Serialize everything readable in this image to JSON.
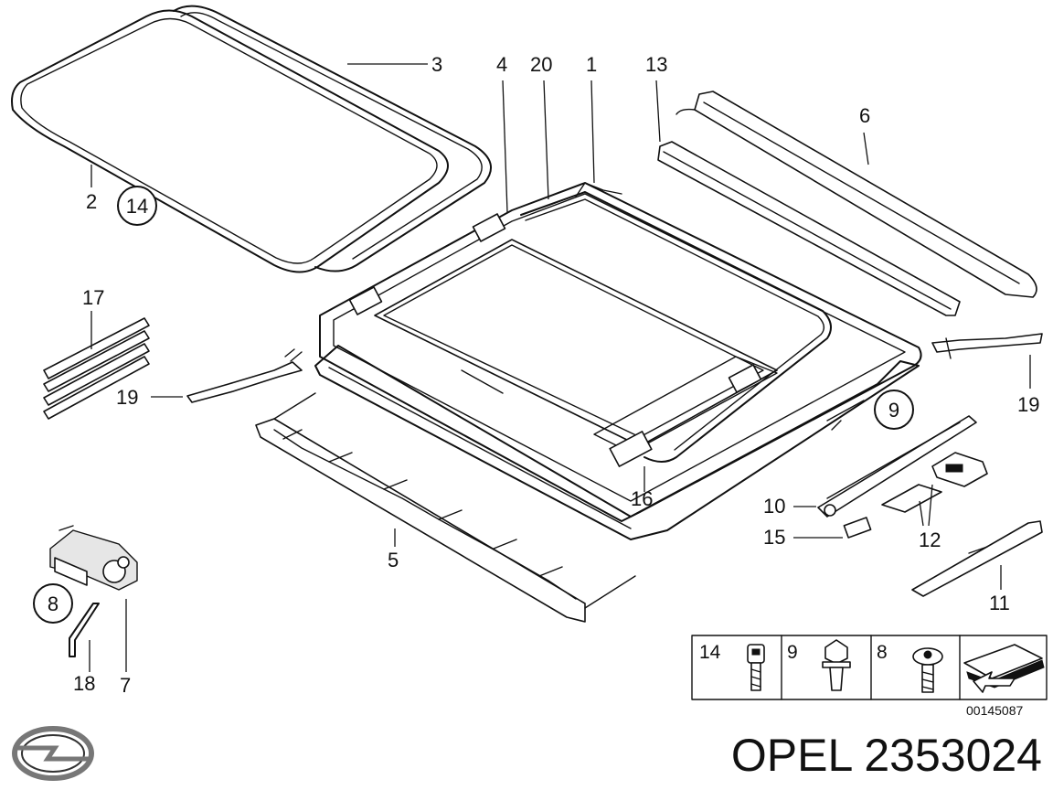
{
  "diagram": {
    "labels": {
      "l1": "1",
      "l2": "2",
      "l3": "3",
      "l4": "4",
      "l5": "5",
      "l6": "6",
      "l7": "7",
      "l10": "10",
      "l11": "11",
      "l12": "12",
      "l13": "13",
      "l15": "15",
      "l16": "16",
      "l17": "17",
      "l18": "18",
      "l19a": "19",
      "l19b": "19",
      "l20": "20"
    },
    "circled": {
      "c14": "14",
      "c9": "9",
      "c8": "8"
    },
    "fasteners": [
      "14",
      "9",
      "8"
    ],
    "reference_code": "00145087"
  },
  "brand": {
    "logo_icon": "opel-logo-icon",
    "title": "OPEL 2353024"
  }
}
